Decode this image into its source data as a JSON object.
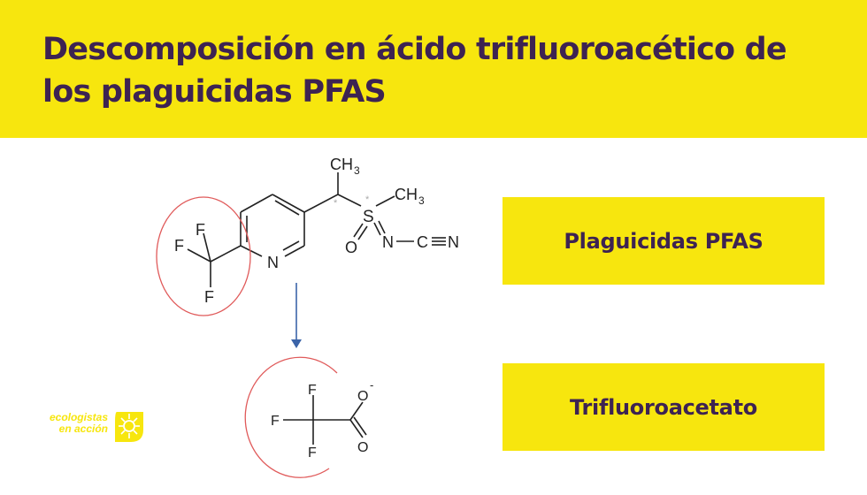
{
  "header": {
    "title": "Descomposición en ácido trifluoroacético de los plaguicidas PFAS",
    "background_color": "#f7e60e",
    "text_color": "#3d2352"
  },
  "labels": {
    "top": "Plaguicidas PFAS",
    "bottom": "Trifluoroacetato"
  },
  "molecule_top": {
    "name": "sulfoxaflor",
    "atoms": {
      "ch3_top": "CH",
      "ch3_top_sub": "3",
      "ch3_right": "CH",
      "ch3_right_sub": "3",
      "s": "S",
      "o": "O",
      "n_imine": "N",
      "c_nitrile": "C",
      "n_nitrile": "N",
      "n_ring": "N",
      "f1": "F",
      "f2": "F",
      "f3": "F",
      "stereo_mark": "*"
    },
    "highlight_color": "#e05a5a"
  },
  "molecule_bottom": {
    "name": "trifluoroacetate",
    "atoms": {
      "f1": "F",
      "f2": "F",
      "f3": "F",
      "o_minus": "O",
      "charge": "-",
      "o_double": "O"
    }
  },
  "arrow": {
    "color": "#3b64a8",
    "icon": "arrow-down-icon"
  },
  "logo": {
    "line1": "ecologistas",
    "line2": "en acción",
    "color": "#f7e60e",
    "icon": "sun-icon"
  }
}
